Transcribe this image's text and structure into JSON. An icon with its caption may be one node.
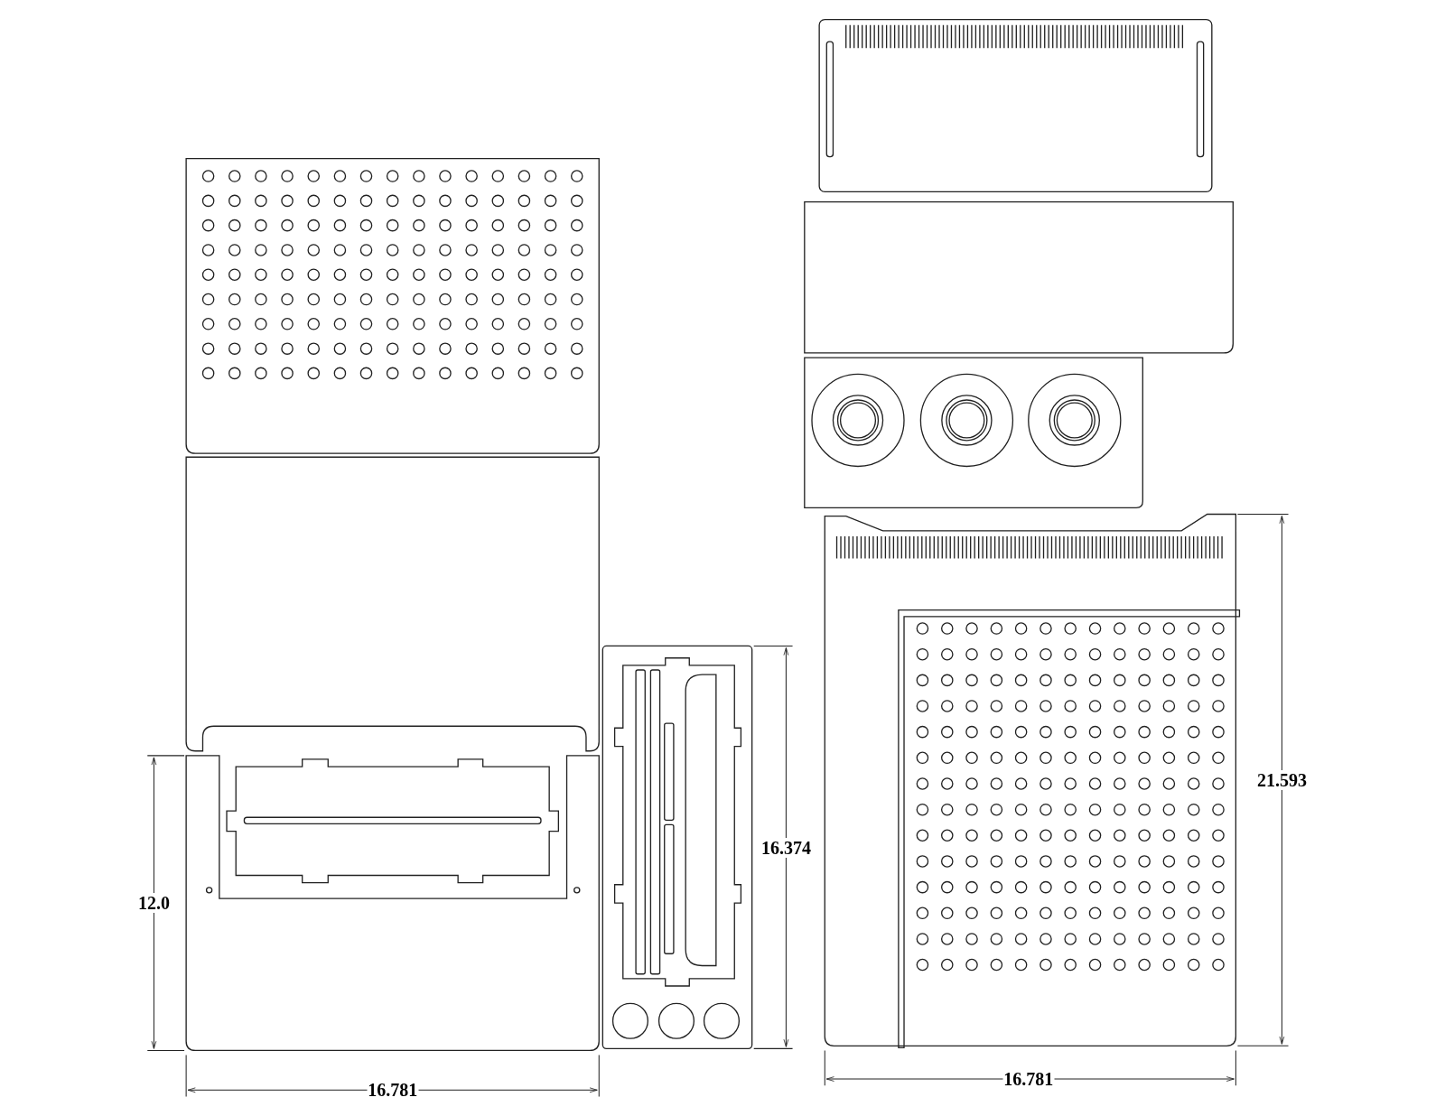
{
  "diagram": {
    "labels": [
      "21.593",
      "16.374",
      "12.0",
      "16.781",
      "16.781"
    ]
  }
}
